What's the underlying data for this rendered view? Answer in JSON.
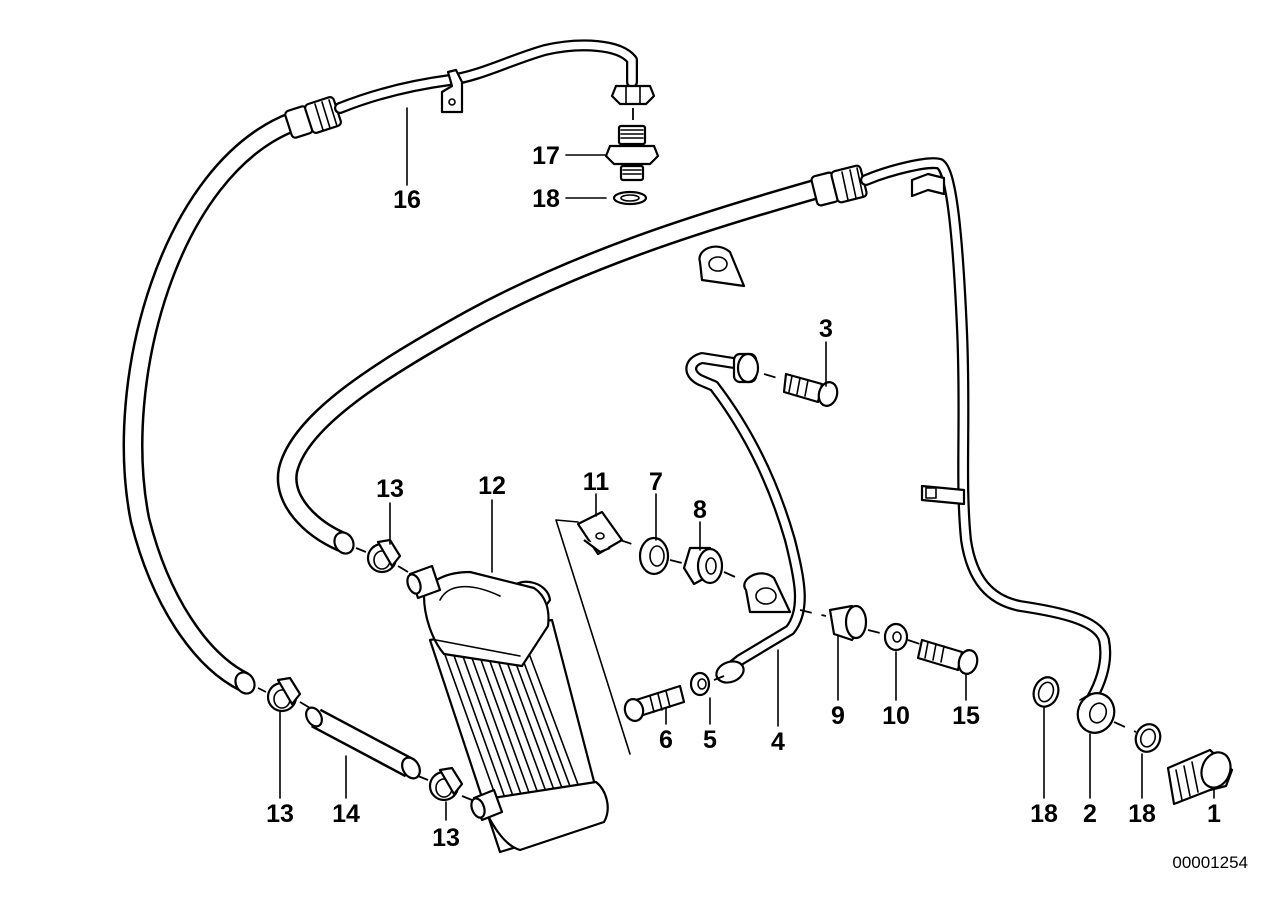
{
  "diagram": {
    "reference_number": "00001254",
    "callouts": [
      {
        "id": "c16",
        "label": "16"
      },
      {
        "id": "c17",
        "label": "17"
      },
      {
        "id": "c18a",
        "label": "18"
      },
      {
        "id": "c3",
        "label": "3"
      },
      {
        "id": "c13a",
        "label": "13"
      },
      {
        "id": "c12",
        "label": "12"
      },
      {
        "id": "c11",
        "label": "11"
      },
      {
        "id": "c7",
        "label": "7"
      },
      {
        "id": "c8",
        "label": "8"
      },
      {
        "id": "c9",
        "label": "9"
      },
      {
        "id": "c10",
        "label": "10"
      },
      {
        "id": "c15",
        "label": "15"
      },
      {
        "id": "c6",
        "label": "6"
      },
      {
        "id": "c5",
        "label": "5"
      },
      {
        "id": "c4",
        "label": "4"
      },
      {
        "id": "c13b",
        "label": "13"
      },
      {
        "id": "c14",
        "label": "14"
      },
      {
        "id": "c13c",
        "label": "13"
      },
      {
        "id": "c18b",
        "label": "18"
      },
      {
        "id": "c2",
        "label": "2"
      },
      {
        "id": "c18c",
        "label": "18"
      },
      {
        "id": "c1",
        "label": "1"
      }
    ]
  }
}
